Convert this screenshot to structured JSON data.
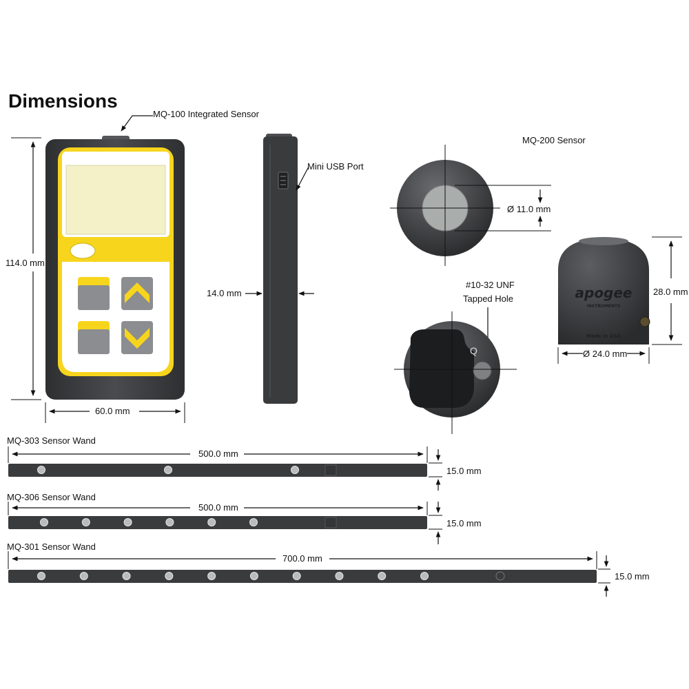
{
  "title": "Dimensions",
  "meter": {
    "sensor_label": "MQ-100 Integrated Sensor",
    "height": "114.0 mm",
    "width": "60.0 mm"
  },
  "side": {
    "usb_label": "Mini USB Port",
    "depth": "14.0 mm"
  },
  "mq200": {
    "label": "MQ-200 Sensor",
    "diameter_top": "Ø 11.0 mm",
    "hole_label_1": "#10-32 UNF",
    "hole_label_2": "Tapped Hole",
    "height": "28.0 mm",
    "width": "Ø 24.0 mm",
    "logo": "apogee",
    "logo_sub": "INSTRUMENTS",
    "made_in": "Made in USA"
  },
  "wands": [
    {
      "name": "MQ-303 Sensor Wand",
      "length": "500.0 mm",
      "thickness": "15.0 mm",
      "sensors": 3
    },
    {
      "name": "MQ-306 Sensor Wand",
      "length": "500.0 mm",
      "thickness": "15.0 mm",
      "sensors": 6
    },
    {
      "name": "MQ-301 Sensor Wand",
      "length": "700.0 mm",
      "thickness": "15.0 mm",
      "sensors": 10
    }
  ],
  "colors": {
    "body": "#3a3b3d",
    "yellow": "#f7d51d",
    "screen": "#f4f1c8",
    "button_gray": "#8b8d90"
  }
}
